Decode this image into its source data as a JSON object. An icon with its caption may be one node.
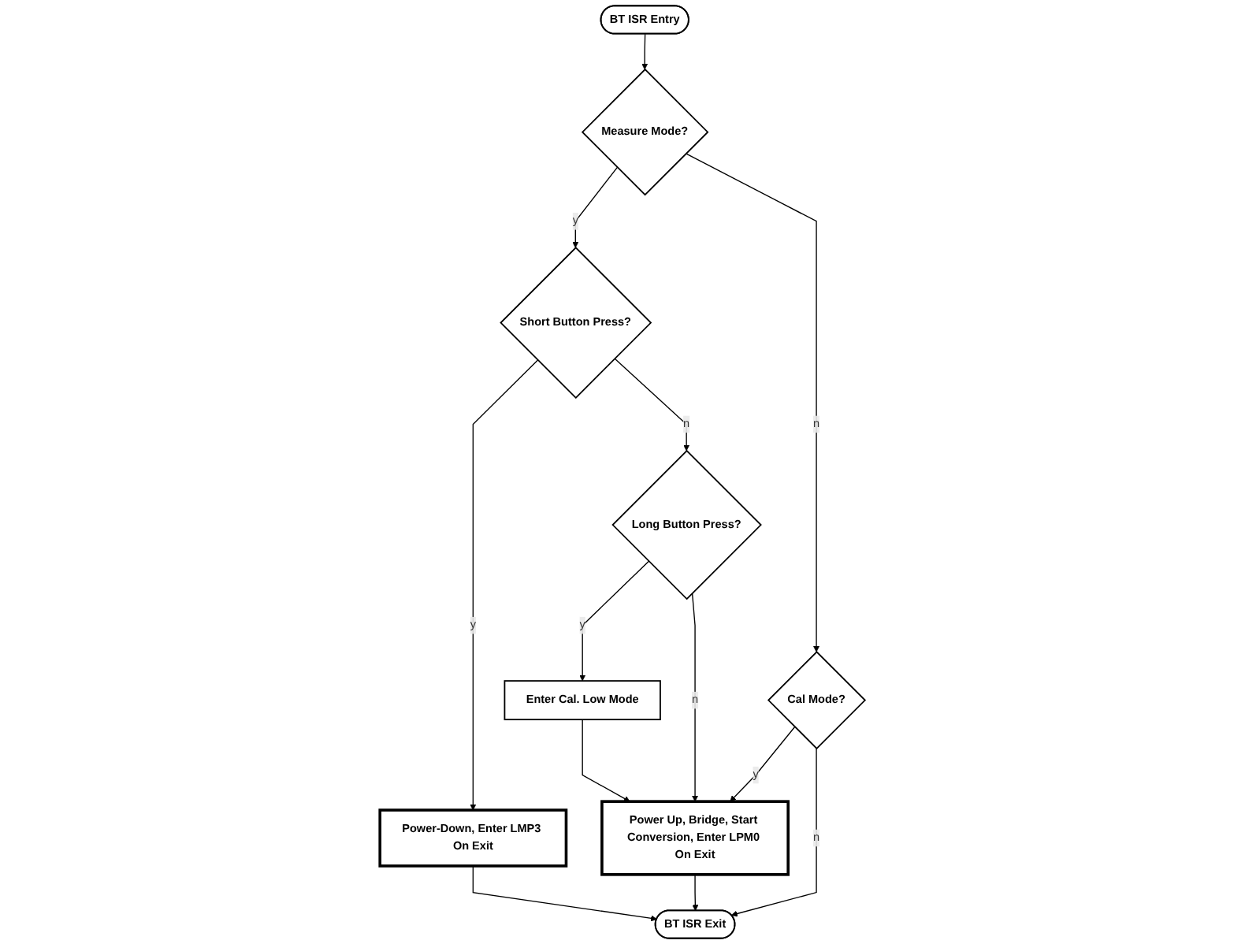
{
  "diagram": {
    "nodes": [
      {
        "text": [
          "BT ISR Entry"
        ]
      },
      {
        "text": [
          "Measure Mode?"
        ]
      },
      {
        "text": [
          "Short Button Press?"
        ]
      },
      {
        "text": [
          "Power-Down, Enter LMP3 On Exit"
        ]
      },
      {
        "text": [
          "Long Button Press?"
        ]
      },
      {
        "text": [
          "Enter Cal. Low Mode"
        ]
      },
      {
        "text": [
          "Cal Mode?"
        ]
      },
      {
        "text": [
          "Power Up, Bridge, Start Conversion, Enter LPM0 On Exit"
        ]
      },
      {
        "text": [
          "BT ISR Exit"
        ]
      }
    ],
    "edges": [
      {
        "from": 0,
        "to": 1,
        "arrow": "to"
      },
      {
        "from": 1,
        "to": 2,
        "label": "y",
        "arrow": "to"
      },
      {
        "from": 2,
        "to": 3,
        "label": "y",
        "arrow": "to"
      },
      {
        "from": 2,
        "to": 4,
        "label": "n",
        "arrow": "to"
      },
      {
        "from": 4,
        "to": 5,
        "label": "y",
        "arrow": "to"
      },
      {
        "from": 1,
        "to": 6,
        "label": "n",
        "arrow": "to"
      },
      {
        "from": 4,
        "to": 7,
        "label": "n",
        "arrow": "to"
      },
      {
        "from": 5,
        "to": 7,
        "arrow": "to"
      },
      {
        "from": 6,
        "to": 7,
        "label": "y",
        "arrow": "to"
      },
      {
        "from": 6,
        "to": 8,
        "label": "n",
        "arrow": "to"
      },
      {
        "from": 7,
        "to": 8,
        "arrow": "to"
      },
      {
        "from": 3,
        "to": 8,
        "arrow": "to"
      }
    ]
  }
}
